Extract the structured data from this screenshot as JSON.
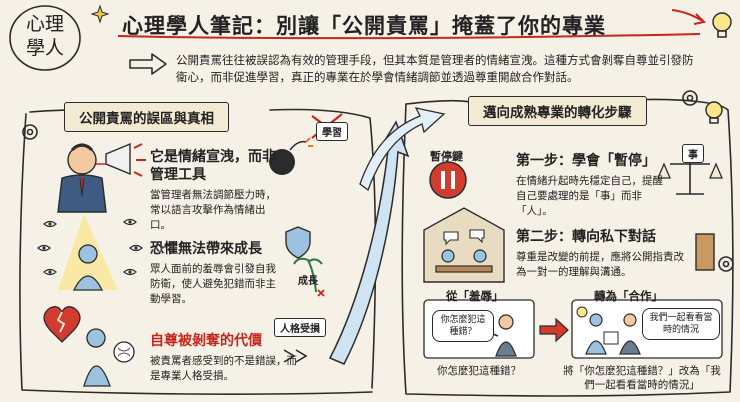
{
  "logo": {
    "text": "心理學人"
  },
  "title": "心理學人筆記：別讓「公開責罵」掩蓋了你的專業",
  "intro": "公開責罵往往被誤認為有效的管理手段，但其本質是管理者的情緒宣洩。這種方式會剝奪自尊並引發防衛心，而非促進學習，真正的專業在於學會情緒調節並透過尊重開啟合作對話。",
  "left": {
    "title": "公開責罵的誤區與真相",
    "tag_learning": "學習",
    "items": [
      {
        "head": "它是情緒宣洩，而非管理工具",
        "body": "當管理者無法調節壓力時，常以語言攻擊作為情緒出口。"
      },
      {
        "head": "恐懼無法帶來成長",
        "body": "眾人面前的羞辱會引發自我防衛，使人避免犯錯而非主動學習。",
        "tag": "成長"
      },
      {
        "head": "自尊被剝奪的代價",
        "body": "被責罵者感受到的不是錯誤，而是專業人格受損。",
        "tag": "人格受損"
      }
    ]
  },
  "right": {
    "title": "邁向成熟專業的轉化步驟",
    "pause_sign": "暫停鍵",
    "scale_tag": "事",
    "steps": [
      {
        "head": "第一步：學會「暫停」",
        "body": "在情緒升起時先穩定自己，提醒自己要處理的是「事」而非「人」。"
      },
      {
        "head": "第二步：轉向私下對話",
        "body": "尊重是改變的前提，應將公開指責改為一對一的理解與溝通。"
      }
    ],
    "from_label": "從「羞辱」",
    "to_label": "轉為「合作」",
    "from_bubble": "你怎麼犯這種錯？",
    "from_caption": "你怎麼犯這種錯？",
    "to_bubble": "我們一起看看當時的情況",
    "to_caption": "將「你怎麼犯這種錯？」改為「我們一起看看當時的情況」"
  }
}
